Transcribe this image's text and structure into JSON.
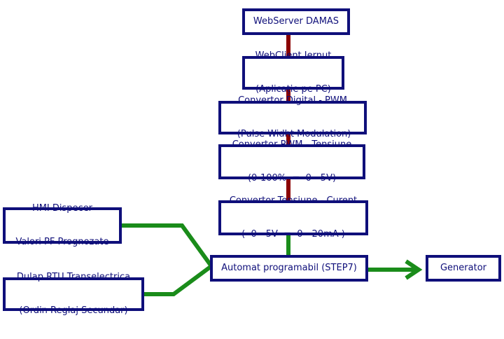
{
  "nodes": {
    "webserver": {
      "line1": "WebServer DAMAS",
      "line2": ""
    },
    "webclient": {
      "line1": "WebClient Iernut",
      "line2": "(Aplicație pe PC)"
    },
    "conv_pwm": {
      "line1": "Convertor Digital - PWM",
      "line2": " (Pulse Widht Modulation)"
    },
    "conv_tensiune": {
      "line1": "Convertor PWM - Tensiune",
      "line2": "(0-100%  =  0 - 5V)"
    },
    "conv_curent": {
      "line1": "Convertor Tensiune - Curent",
      "line2": "(  0 - 5V  =  0 - 20mA )"
    },
    "automat": {
      "line1": "Automat programabil (STEP7)",
      "line2": ""
    },
    "generator": {
      "line1": "Generator",
      "line2": ""
    },
    "hmi": {
      "line1": "HMI Dispecer",
      "line2": "Valori PF Prognozate"
    },
    "dulap": {
      "line1": "Dulap RTU Transelectrica",
      "line2": "(Ordin Reglaj Secundar)"
    }
  },
  "colors": {
    "box_border": "#0f0f7a",
    "text": "#0f0f7a",
    "link_dark_red": "#8b0000",
    "link_green": "#1a8c1a"
  }
}
